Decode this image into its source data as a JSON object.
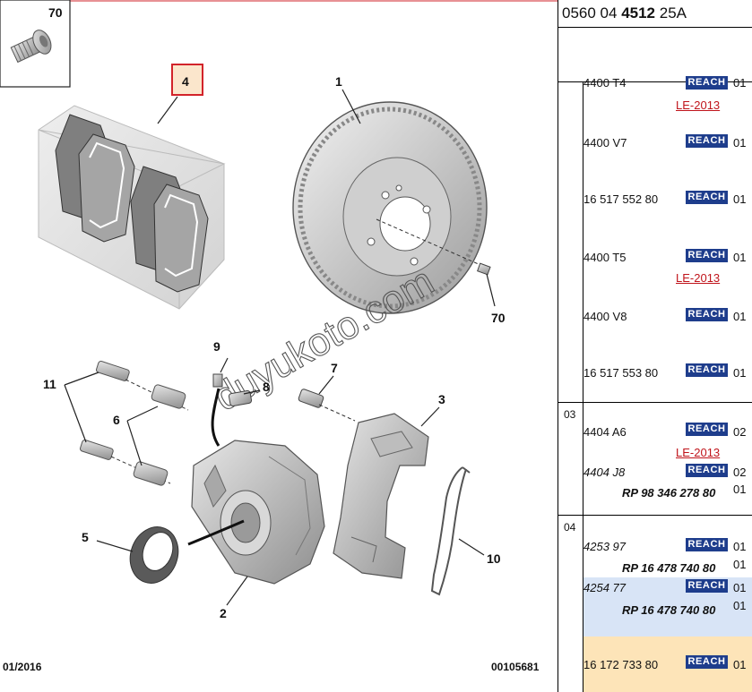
{
  "diagram": {
    "callouts": {
      "c70a": "70",
      "c4": "4",
      "c1": "1",
      "c70b": "70",
      "c9": "9",
      "c8": "8",
      "c7": "7",
      "c11": "11",
      "c6": "6",
      "c3": "3",
      "c5": "5",
      "c10": "10",
      "c2": "2"
    },
    "watermark": "duyukoto.com",
    "footer_date": "01/2016",
    "footer_id": "00105681",
    "highlight_color": "#d2232a"
  },
  "panel": {
    "ref_prefix": "0560 04 ",
    "ref_bold": "4512",
    "ref_suffix": " 25A",
    "groups": {
      "g03": "03",
      "g04": "04"
    },
    "rows": {
      "r0": {
        "part": "4400 T4",
        "badge": "REACH",
        "qty": "01",
        "note": "LE-2013"
      },
      "r1": {
        "part": "4400 V7",
        "badge": "REACH",
        "qty": "01"
      },
      "r2": {
        "part": "16 517 552 80",
        "badge": "REACH",
        "qty": "01"
      },
      "r3": {
        "part": "4400 T5",
        "badge": "REACH",
        "qty": "01",
        "note": "LE-2013"
      },
      "r4": {
        "part": "4400 V8",
        "badge": "REACH",
        "qty": "01"
      },
      "r5": {
        "part": "16 517 553 80",
        "badge": "REACH",
        "qty": "01"
      },
      "r6": {
        "part": "4404 A6",
        "badge": "REACH",
        "qty": "02",
        "note": "LE-2013"
      },
      "r7": {
        "part": "4404 J8",
        "badge": "REACH",
        "qty": "02",
        "rp": "RP 98 346 278 80",
        "rp_qty": "01"
      },
      "r8": {
        "part": "4253 97",
        "badge": "REACH",
        "qty": "01",
        "rp": "RP 16 478 740 80",
        "rp_qty": "01"
      },
      "r9": {
        "part": "4254 77",
        "badge": "REACH",
        "qty": "01",
        "rp": "RP 16 478 740 80",
        "rp_qty": "01"
      },
      "r10": {
        "part": "16 172 733 80",
        "badge": "REACH",
        "qty": "01"
      }
    },
    "colors": {
      "reach_badge": "#1e3d8c",
      "note_red": "#c0141b",
      "row_blue": "#d8e4f6",
      "row_orange": "#fde4b8"
    }
  }
}
